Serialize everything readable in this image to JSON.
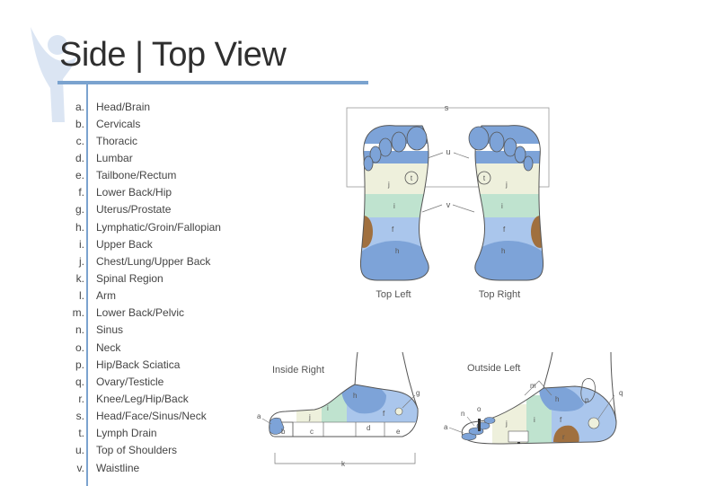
{
  "title": "Side | Top View",
  "legend": [
    {
      "letter": "a.",
      "text": "Head/Brain"
    },
    {
      "letter": "b.",
      "text": "Cervicals"
    },
    {
      "letter": "c.",
      "text": "Thoracic"
    },
    {
      "letter": "d.",
      "text": "Lumbar"
    },
    {
      "letter": "e.",
      "text": "Tailbone/Rectum"
    },
    {
      "letter": "f.",
      "text": "Lower Back/Hip"
    },
    {
      "letter": "g.",
      "text": "Uterus/Prostate"
    },
    {
      "letter": "h.",
      "text": "Lymphatic/Groin/Fallopian"
    },
    {
      "letter": "i.",
      "text": "Upper Back"
    },
    {
      "letter": "j.",
      "text": "Chest/Lung/Upper Back"
    },
    {
      "letter": "k.",
      "text": "Spinal Region"
    },
    {
      "letter": "l.",
      "text": "Arm"
    },
    {
      "letter": "m.",
      "text": "Lower Back/Pelvic"
    },
    {
      "letter": "n.",
      "text": "Sinus"
    },
    {
      "letter": "o.",
      "text": "Neck"
    },
    {
      "letter": "p.",
      "text": "Hip/Back Sciatica"
    },
    {
      "letter": "q.",
      "text": "Ovary/Testicle"
    },
    {
      "letter": "r.",
      "text": "Knee/Leg/Hip/Back"
    },
    {
      "letter": "s.",
      "text": "Head/Face/Sinus/Neck"
    },
    {
      "letter": "t.",
      "text": "Lymph Drain"
    },
    {
      "letter": "u.",
      "text": "Top of Shoulders"
    },
    {
      "letter": "v.",
      "text": "Waistline"
    }
  ],
  "captions": {
    "top_left": "Top Left",
    "top_right": "Top Right",
    "inside_right": "Inside Right",
    "outside_left": "Outside Left"
  },
  "markers": {
    "s": "s",
    "u": "u",
    "v": "v",
    "t": "t",
    "a": "a",
    "b": "b",
    "c": "c",
    "d": "d",
    "e": "e",
    "f": "f",
    "g": "g",
    "h": "h",
    "i": "i",
    "j": "j",
    "k": "k",
    "l": "l",
    "m": "m",
    "n": "n",
    "o": "o",
    "p": "p",
    "q": "q",
    "r": "r"
  },
  "colors": {
    "blue": "#7da3d8",
    "light_blue": "#aac6ec",
    "green": "#bfe3cf",
    "cream": "#eef0dc",
    "brown": "#a0703f",
    "accent": "#7ba3cf"
  }
}
